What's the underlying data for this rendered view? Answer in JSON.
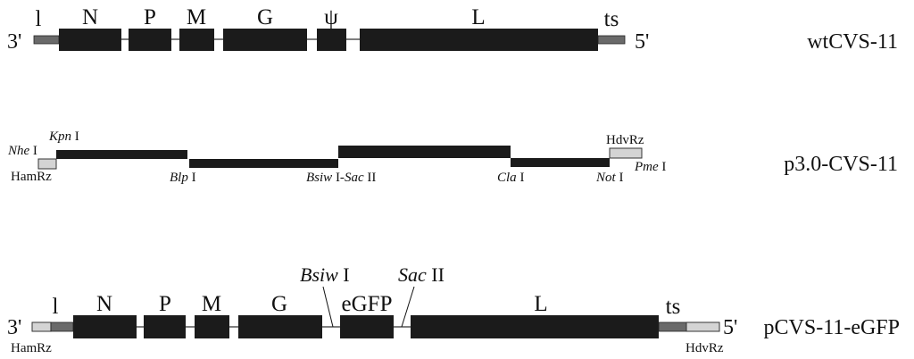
{
  "colors": {
    "block": "#1b1b1b",
    "ends": "#6a6a6a",
    "ribozyme": "#d4d4d4",
    "line": "#333333",
    "background": "#ffffff"
  },
  "wt": {
    "name": "wtCVS-11",
    "left_end": "3'",
    "right_end": "5'",
    "genes": {
      "l": "l",
      "N": "N",
      "P": "P",
      "M": "M",
      "G": "G",
      "psi": "ψ",
      "L": "L",
      "ts": "ts"
    }
  },
  "p30": {
    "name": "p3.0-CVS-11",
    "nhe": {
      "it": "Nhe",
      "rest": " I"
    },
    "kpn": {
      "it": "Kpn",
      "rest": " I"
    },
    "hamrz": "HamRz",
    "blp": {
      "it": "Blp",
      "rest": " I"
    },
    "bsiw_sac": {
      "it1": "Bsiw",
      "mid": " I-",
      "it2": "Sac",
      "rest": " II"
    },
    "cla": {
      "it": "Cla",
      "rest": " I"
    },
    "not": {
      "it": "Not",
      "rest": " I"
    },
    "hdvrz": "HdvRz",
    "pme": {
      "it": "Pme",
      "rest": " I"
    }
  },
  "egfp_construct": {
    "name": "pCVS-11-eGFP",
    "left_end": "3'",
    "right_end": "5'",
    "genes": {
      "l": "l",
      "N": "N",
      "P": "P",
      "M": "M",
      "G": "G",
      "eGFP": "eGFP",
      "L": "L",
      "ts": "ts"
    },
    "bsiw": {
      "it": "Bsiw",
      "rest": " I"
    },
    "sac": {
      "it": "Sac",
      "rest": " II"
    },
    "hamrz": "HamRz",
    "hdvrz": "HdvRz"
  }
}
